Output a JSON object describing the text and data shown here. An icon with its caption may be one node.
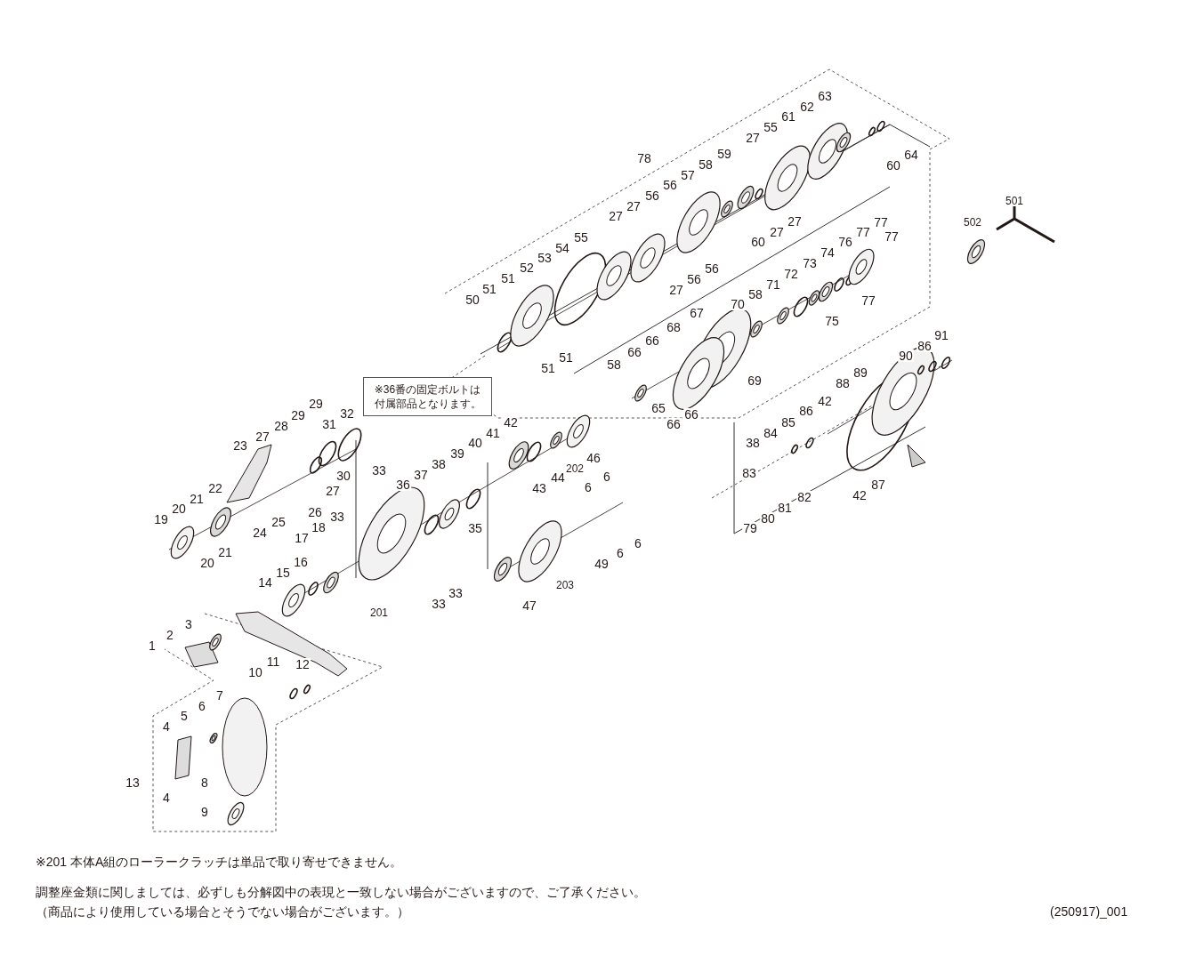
{
  "diagram": {
    "nodes": [
      {
        "text": [
          "※36番の固定ボルトは付属部品となります。"
        ]
      }
    ],
    "labels": [
      "78",
      "63",
      "62",
      "61",
      "55",
      "27",
      "59",
      "58",
      "57",
      "56",
      "56",
      "27",
      "27",
      "55",
      "54",
      "53",
      "52",
      "51",
      "51",
      "50",
      "51",
      "51",
      "27",
      "56",
      "56",
      "60",
      "27",
      "27",
      "60",
      "64",
      "77",
      "77",
      "77",
      "76",
      "74",
      "73",
      "72",
      "71",
      "58",
      "70",
      "77",
      "75",
      "67",
      "68",
      "66",
      "66",
      "58",
      "69",
      "65",
      "66",
      "66",
      "501",
      "502",
      "91",
      "86",
      "90",
      "89",
      "88",
      "42",
      "86",
      "85",
      "84",
      "38",
      "87",
      "83",
      "42",
      "82",
      "81",
      "80",
      "79",
      "29",
      "29",
      "28",
      "27",
      "32",
      "31",
      "23",
      "30",
      "27",
      "26",
      "24",
      "25",
      "22",
      "21",
      "20",
      "19",
      "21",
      "20",
      "33",
      "36",
      "37",
      "38",
      "39",
      "40",
      "41",
      "42",
      "35",
      "43",
      "44",
      "202",
      "46",
      "33",
      "18",
      "17",
      "16",
      "15",
      "14",
      "33",
      "33",
      "201",
      "6",
      "6",
      "6",
      "6",
      "49",
      "203",
      "47",
      "3",
      "2",
      "1",
      "12",
      "11",
      "10",
      "7",
      "6",
      "5",
      "4",
      "13",
      "8",
      "4",
      "9",
      "※201 本体A組のローラークラッチは単品で取り寄せできません。",
      "調整座金類に関しましては、必ずしも分解図中の表現と一致しない場合がございますので、ご了承ください。",
      "（商品により使用している場合とそうでない場合がございます。）",
      "(250917)_001"
    ]
  }
}
